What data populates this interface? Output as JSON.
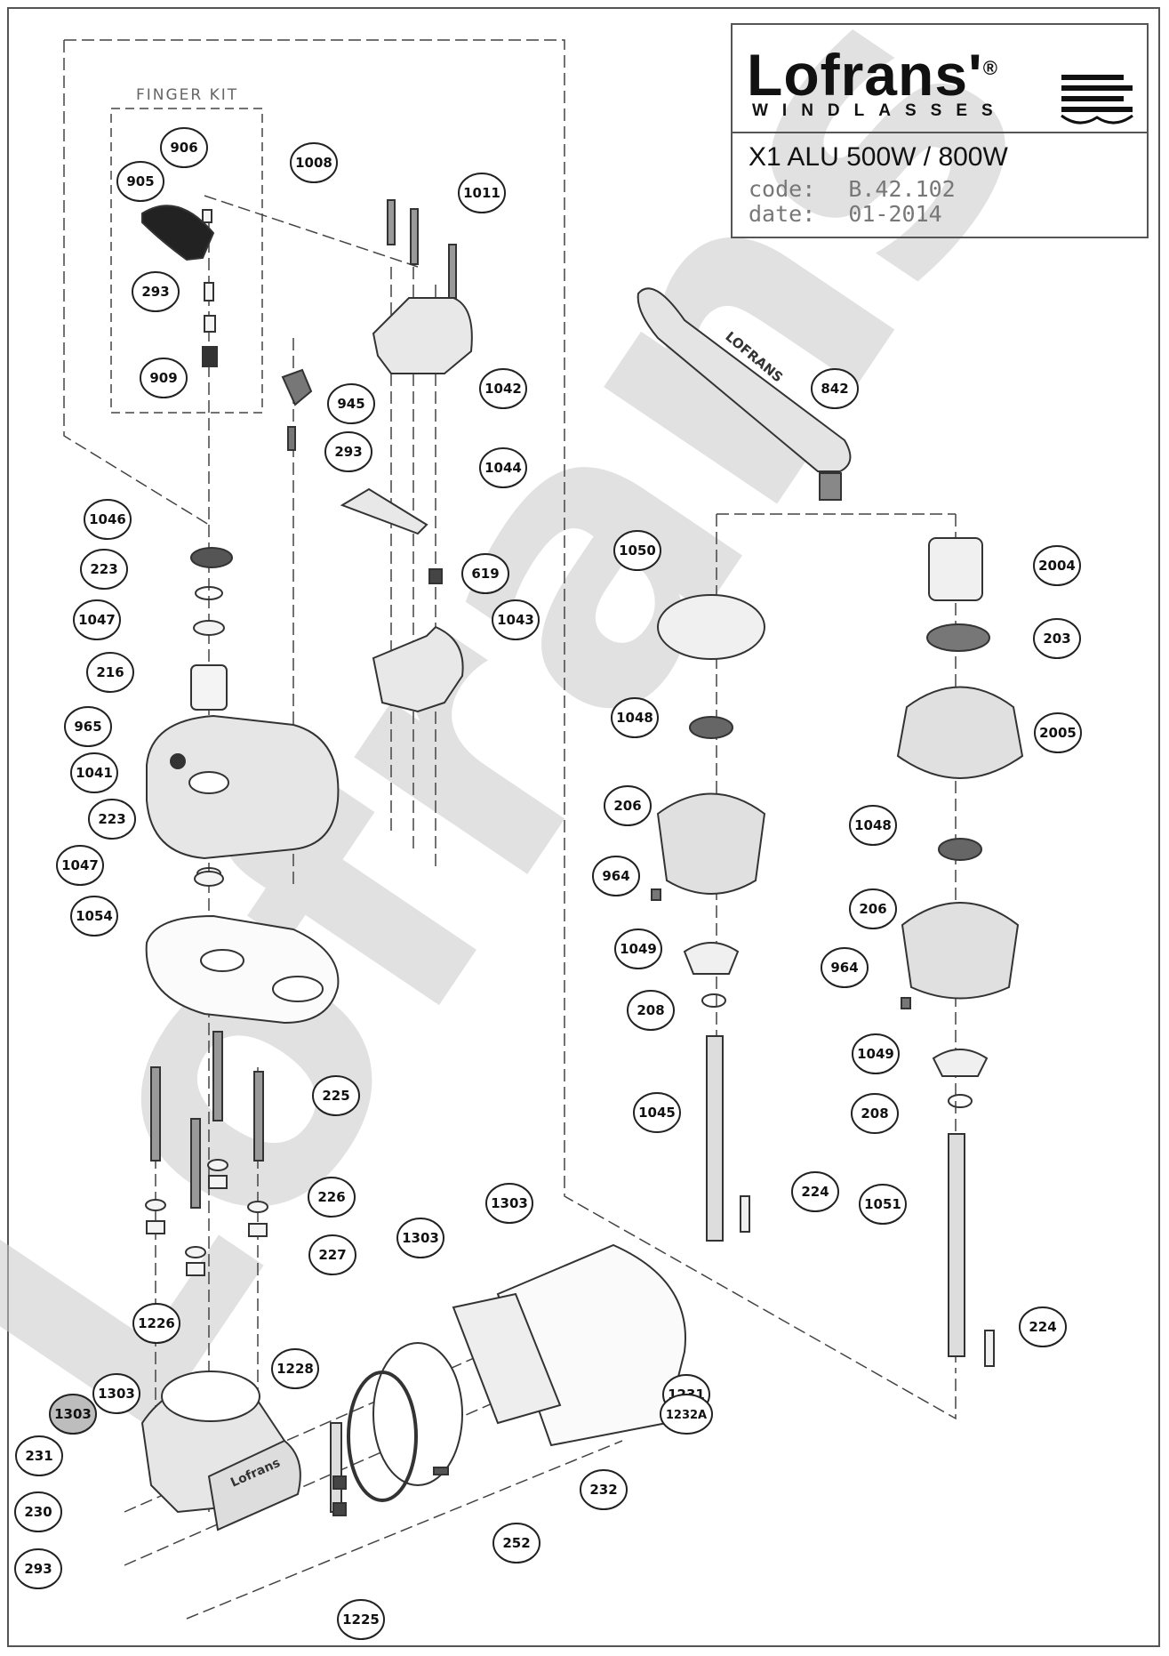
{
  "title_block": {
    "brand": "Lofrans'",
    "registered": "®",
    "subtitle": "WINDLASSES",
    "model": "X1 ALU 500W / 800W",
    "code_label": "code:",
    "code_value": "B.42.102",
    "date_label": "date:",
    "date_value": "01-2014"
  },
  "kit_label": "FINGER KIT",
  "watermark": "Lofrans'",
  "handle_text": "LOFRANS",
  "motor_text": "Lofrans",
  "callouts": [
    "906",
    "905",
    "293",
    "1008",
    "909",
    "1011",
    "1042",
    "945",
    "293",
    "1044",
    "619",
    "1043",
    "1046",
    "223",
    "1047",
    "216",
    "965",
    "1041",
    "223",
    "1047",
    "1054",
    "225",
    "226",
    "227",
    "1226",
    "1228",
    "1303",
    "1303",
    "1303",
    "1303",
    "231",
    "230",
    "293",
    "1231",
    "1232A",
    "232",
    "252",
    "1225",
    "842",
    "1050",
    "2004",
    "203",
    "2005",
    "1048",
    "206",
    "964",
    "1049",
    "208",
    "1045",
    "224",
    "1048",
    "206",
    "964",
    "1049",
    "208",
    "1051",
    "224"
  ],
  "colors": {
    "line": "#333333",
    "watermark": "#c8c8c8",
    "frame": "#555555"
  }
}
